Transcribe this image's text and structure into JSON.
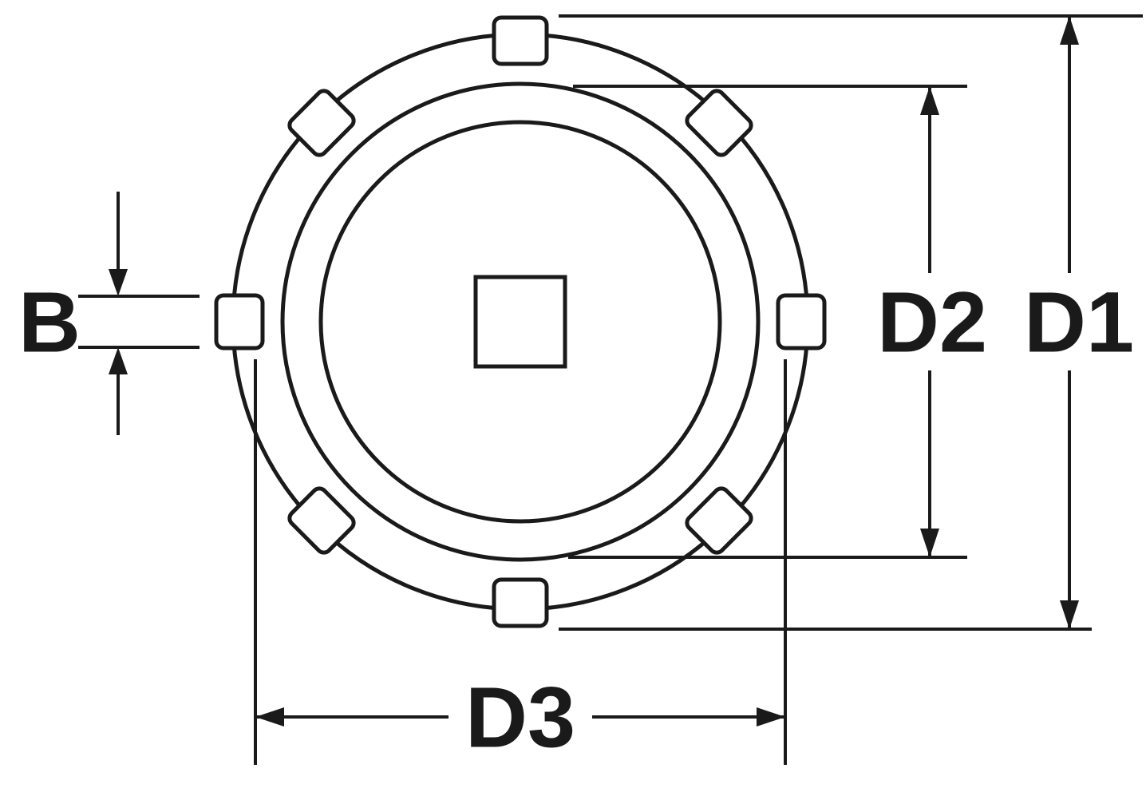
{
  "diagram": {
    "type": "technical-dimension-drawing",
    "colors": {
      "line": "#1a1a1a",
      "background": "#ffffff"
    },
    "labels": {
      "lug_width": "B",
      "outer_diameter": "D1",
      "inner_diameter": "D2",
      "lug_circle_diameter": "D3"
    }
  }
}
